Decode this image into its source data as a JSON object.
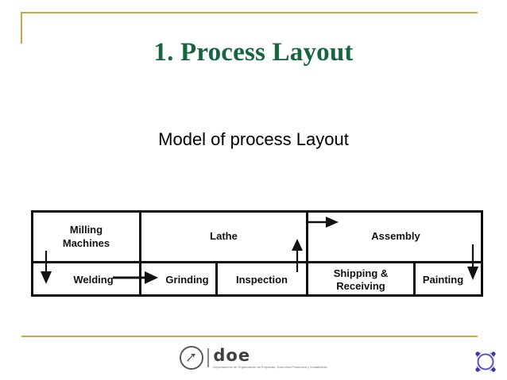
{
  "slide": {
    "title": "1. Process Layout",
    "subtitle": "Model of process Layout",
    "title_color": "#15653f",
    "accent_rule_color": "#c9a44c",
    "background_color": "#ffffff"
  },
  "diagram": {
    "type": "table",
    "border_color": "#0d0d0d",
    "top_row": [
      {
        "label": "Milling\nMachines",
        "line1": "Milling",
        "line2": "Machines"
      },
      {
        "label": "Lathe"
      },
      {
        "label": "Assembly"
      }
    ],
    "bottom_row": [
      {
        "label": "Welding"
      },
      {
        "label": "Grinding"
      },
      {
        "label": "Inspection"
      },
      {
        "label": "Shipping &\nReceiving",
        "line1": "Shipping &",
        "line2": "Receiving"
      },
      {
        "label": "Painting"
      }
    ],
    "flow_arrows": [
      {
        "name": "arrow-down-into-welding",
        "direction": "down"
      },
      {
        "name": "arrow-right-into-grinding",
        "direction": "right"
      },
      {
        "name": "arrow-up-to-assembly",
        "direction": "up"
      },
      {
        "name": "arrow-right-into-assembly",
        "direction": "right"
      },
      {
        "name": "arrow-down-into-painting",
        "direction": "down"
      }
    ]
  },
  "footer": {
    "logo_wordmark": "doe",
    "logo_tagline": "Departamento de Organización de Empresas, Economía Financiera y Contabilidad",
    "corner_mark_color": "#4a4ab4"
  }
}
